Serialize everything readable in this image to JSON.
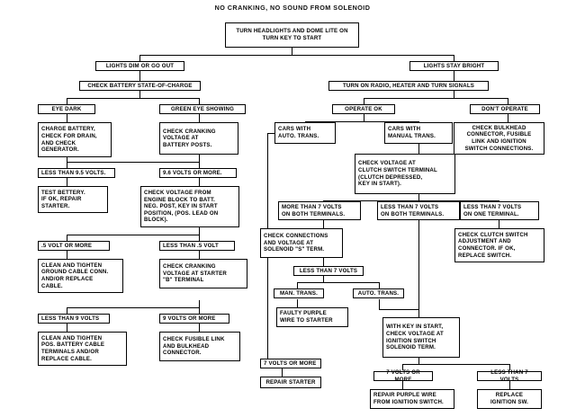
{
  "diagram": {
    "title": "NO CRANKING, NO SOUND FROM SOLENOID",
    "type": "troubleshooting-flowchart",
    "nodes": {
      "start": "TURN HEADLIGHTS AND DOME LITE ON\nTURN KEY TO START",
      "lights_dim": "LIGHTS DIM OR GO OUT",
      "lights_bright": "LIGHTS STAY BRIGHT",
      "check_battery_soc": "CHECK BATTERY STATE-OF-CHARGE",
      "turn_on_radio": "TURN ON RADIO, HEATER AND TURN SIGNALS",
      "eye_dark": "EYE DARK",
      "green_eye": "GREEN EYE SHOWING",
      "operate_ok": "OPERATE OK",
      "dont_operate": "DON'T OPERATE",
      "charge_battery": "CHARGE BATTERY,\nCHECK FOR DRAIN,\nAND CHECK\nGENERATOR.",
      "check_cranking_posts": "CHECK CRANKING\nVOLTAGE AT\nBATTERY POSTS.",
      "cars_auto": "CARS WITH\nAUTO. TRANS.",
      "cars_manual": "CARS WITH\nMANUAL TRANS.",
      "check_bulkhead": "CHECK BULKHEAD\nCONNECTOR, FUSIBLE\nLINK AND IGNITION\nSWITCH CONNECTIONS.",
      "less_95": "LESS THAN 9.5 VOLTS.",
      "more_96": "9.6 VOLTS OR MORE.",
      "check_clutch_sw": "CHECK VOLTAGE AT\nCLUTCH SWITCH TERMINAL\n(CLUTCH DEPRESSED,\nKEY IN START).",
      "test_battery": "TEST BETTERY.\nIF OK, REPAIR\nSTARTER.",
      "check_volt_block": "CHECK VOLTAGE FROM\nENGINE BLOCK TO BATT.\nNEG. POST, KEY IN START\nPOSITION, (POS. LEAD ON\nBLOCK).",
      "more7_both": "MORE THAN 7 VOLTS\nON BOTH TERMINALS.",
      "less7_both": "LESS THAN 7 VOLTS\nON BOTH TERMINALS.",
      "less7_one": "LESS THAN 7 VOLTS\nON ONE TERMINAL.",
      "check_conn_sol": "CHECK CONNECTIONS\nAND VOLTAGE AT\nSOLENOID \"S\" TERM.",
      "check_clutch_adj": "CHECK CLUTCH SWITCH\nADJUSTMENT AND\nCONNECTOR. IF OK,\nREPLACE SWITCH.",
      "half_or_more": ".5 VOLT OR MORE",
      "less_half": "LESS THAN .5 VOLT",
      "clean_ground": "CLEAN AND TIGHTEN\nGROUND CABLE CONN.\nAND/OR REPLACE\nCABLE.",
      "check_cranking_starter": "CHECK CRANKING\nVOLTAGE AT STARTER\n\"B\" TERMINAL",
      "less7_sol": "LESS THAN 7 VOLTS",
      "man_trans": "MAN. TRANS.",
      "auto_trans": "AUTO. TRANS.",
      "less_9": "LESS THAN 9 VOLTS",
      "more_9": "9 VOLTS OR MORE",
      "faulty_purple": "FAULTY PURPLE\nWIRE TO STARTER",
      "clean_pos": "CLEAN AND TIGHTEN\nPOS. BATTERY CABLE\nTERMINALS AND/OR\nREPLACE CABLE.",
      "check_fusible": "CHECK FUSIBLE LINK\nAND BULKHEAD\nCONNECTOR.",
      "with_key_start": "WITH KEY IN START,\nCHECK VOLTAGE AT\nIGNITION SWITCH\nSOLENOID TERM.",
      "seven_or_more": "7 VOLTS OR MORE",
      "repair_starter": "REPAIR STARTER",
      "seven_or_more2": "7 VOLTS OR MORE",
      "less7_ign": "LESS THAN 7 VOLTS",
      "repair_purple": "REPAIR PURPLE WIRE\nFROM IGNITION SWITCH.",
      "replace_ign": "REPLACE\nIGNITION SW."
    }
  }
}
